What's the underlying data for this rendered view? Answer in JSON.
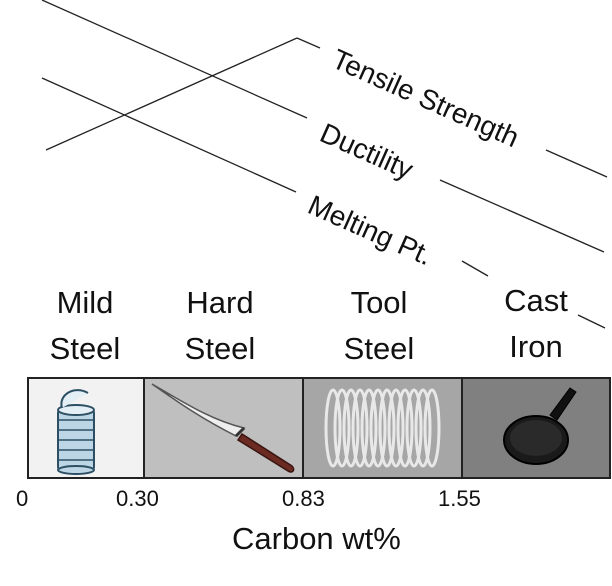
{
  "trends": {
    "tensile_strength": "Tensile Strength",
    "ductility": "Ductility",
    "melting_point": "Melting Pt."
  },
  "categories": [
    {
      "line1": "Mild",
      "line2": "Steel",
      "icon": "tin-can-icon"
    },
    {
      "line1": "Hard",
      "line2": "Steel",
      "icon": "knife-icon"
    },
    {
      "line1": "Tool",
      "line2": "Steel",
      "icon": "coil-spring-icon"
    },
    {
      "line1": "Cast",
      "line2": "Iron",
      "icon": "frying-pan-icon"
    }
  ],
  "axis": {
    "ticks": [
      "0",
      "0.30",
      "0.83",
      "1.55"
    ],
    "title": "Carbon wt%"
  },
  "colors": {
    "mild_bg": "#f2f2f2",
    "hard_bg": "#bfbfbf",
    "tool_bg": "#a6a6a6",
    "cast_bg": "#808080"
  }
}
